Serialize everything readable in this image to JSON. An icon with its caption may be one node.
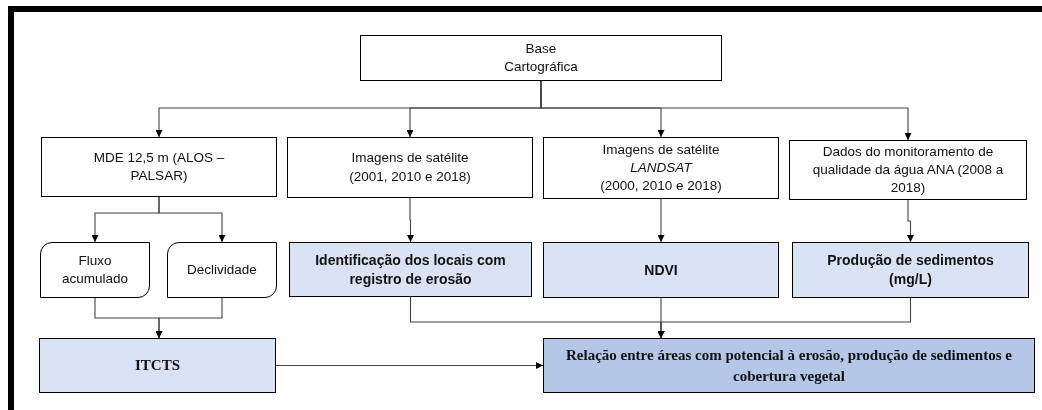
{
  "diagram": {
    "nodes": [
      {
        "text": [
          "Base Cartográfica"
        ]
      },
      {
        "text": [
          "MDE 12,5 m (ALOS – PALSAR)"
        ]
      },
      {
        "text": [
          "Imagens de satélite (2001, 2010 e 2018)"
        ]
      },
      {
        "text": [
          "Imagens de satélite *LANDSAT* (2000, 2010 e 2018)"
        ]
      },
      {
        "text": [
          "Dados do monitoramento de qualidade da água ANA (2008 a 2018)"
        ]
      },
      {
        "text": [
          "Fluxo acumulado"
        ]
      },
      {
        "text": [
          "Declividade"
        ]
      },
      {
        "text": [
          "Identificação dos locais com registro de erosão"
        ]
      },
      {
        "text": [
          "NDVI"
        ]
      },
      {
        "text": [
          "Produção de sedimentos (mg/L)"
        ]
      },
      {
        "text": [
          "ITCTS"
        ]
      },
      {
        "text": [
          "Relação entre áreas com potencial à erosão, produção de sedimentos e cobertura vegetal"
        ]
      }
    ],
    "edges": [
      {
        "from": 0,
        "to": 1,
        "arrow": "to"
      },
      {
        "from": 0,
        "to": 2,
        "arrow": "to"
      },
      {
        "from": 0,
        "to": 3,
        "arrow": "to"
      },
      {
        "from": 0,
        "to": 4,
        "arrow": "to"
      },
      {
        "from": 1,
        "to": 5,
        "arrow": "to"
      },
      {
        "from": 1,
        "to": 6,
        "arrow": "to"
      },
      {
        "from": 2,
        "to": 7,
        "arrow": "to"
      },
      {
        "from": 3,
        "to": 8,
        "arrow": "to"
      },
      {
        "from": 4,
        "to": 9,
        "arrow": "to"
      },
      {
        "from": 5,
        "to": 10,
        "arrow": "to"
      },
      {
        "from": 6,
        "to": 10,
        "arrow": "to"
      },
      {
        "from": 7,
        "to": 11,
        "arrow": "to"
      },
      {
        "from": 8,
        "to": 11,
        "arrow": "to"
      },
      {
        "from": 9,
        "to": 11,
        "arrow": "to"
      },
      {
        "from": 10,
        "to": 11,
        "arrow": "to"
      }
    ]
  }
}
